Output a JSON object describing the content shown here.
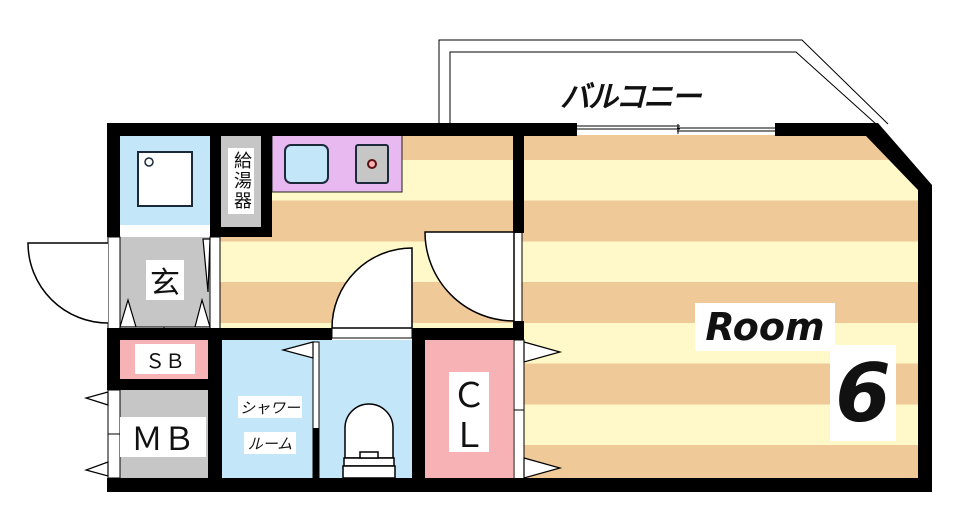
{
  "floor_plan": {
    "balcony": {
      "label": "バルコニー"
    },
    "main_room": {
      "label": "Room",
      "size": "6"
    },
    "entrance": {
      "label": "玄"
    },
    "water_heater": {
      "label": "給湯器"
    },
    "shoe_box": {
      "label": "ＳＢ"
    },
    "meter_box": {
      "label": "ＭＢ"
    },
    "shower_room": {
      "label_line1": "シャワー",
      "label_line2": "ルーム"
    },
    "closet": {
      "label_line1": "Ｃ",
      "label_line2": "Ｌ"
    }
  },
  "colors": {
    "wall": "#000000",
    "floor_dark": "#efca98",
    "floor_light": "#fff8c8",
    "wet_area": "#c3e6f8",
    "kitchen": "#e8b8f0",
    "storage_pink": "#f7b2b5",
    "entrance_gray": "#c6c6c6"
  }
}
